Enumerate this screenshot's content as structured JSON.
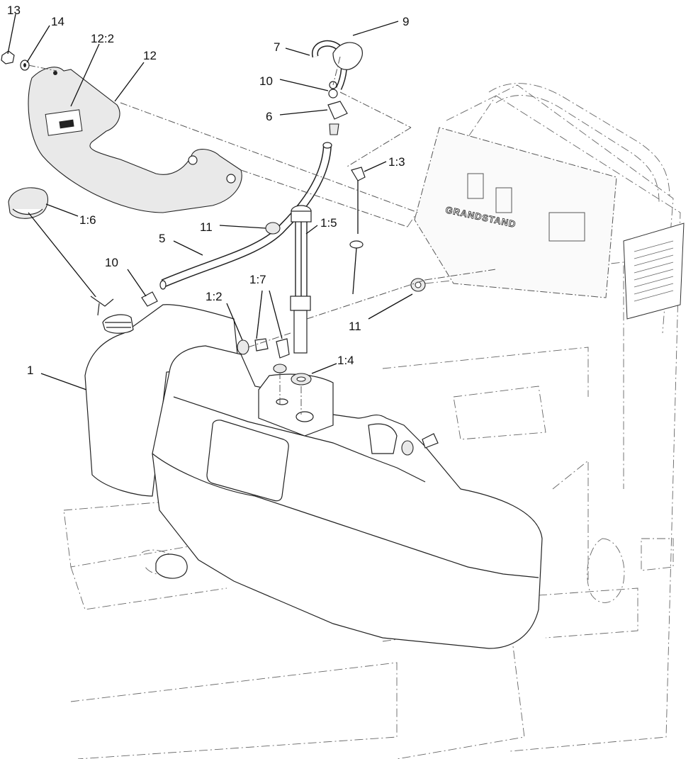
{
  "diagram": {
    "callouts": [
      {
        "id": "c13",
        "text": "13"
      },
      {
        "id": "c14",
        "text": "14"
      },
      {
        "id": "c12_2",
        "text": "12:2"
      },
      {
        "id": "c12",
        "text": "12"
      },
      {
        "id": "c9",
        "text": "9"
      },
      {
        "id": "c7",
        "text": "7"
      },
      {
        "id": "c10a",
        "text": "10"
      },
      {
        "id": "c6",
        "text": "6"
      },
      {
        "id": "c1_3",
        "text": "1:3"
      },
      {
        "id": "c1_6",
        "text": "1:6"
      },
      {
        "id": "c11a",
        "text": "11"
      },
      {
        "id": "c1_5",
        "text": "1:5"
      },
      {
        "id": "c5",
        "text": "5"
      },
      {
        "id": "c10b",
        "text": "10"
      },
      {
        "id": "c1_7",
        "text": "1:7"
      },
      {
        "id": "c1_2",
        "text": "1:2"
      },
      {
        "id": "c11b",
        "text": "11"
      },
      {
        "id": "c1_4",
        "text": "1:4"
      },
      {
        "id": "c1",
        "text": "1"
      }
    ],
    "decal_text": "GRANDSTAND"
  }
}
